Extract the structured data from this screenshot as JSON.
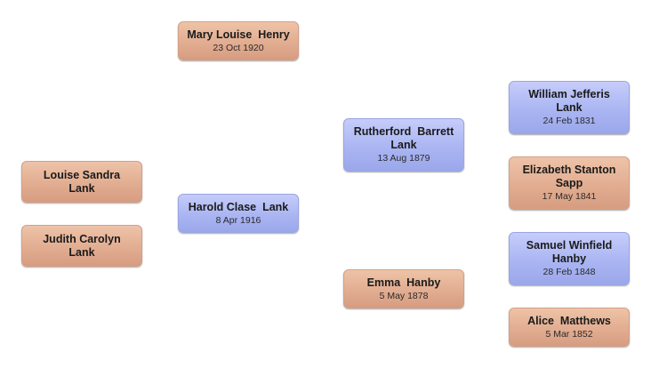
{
  "people": {
    "mary_louise_henry": {
      "name": "Mary Louise  Henry",
      "date": "23 Oct 1920"
    },
    "louise_sandra_lank": {
      "name": "Louise Sandra\nLank"
    },
    "judith_carolyn_lank": {
      "name": "Judith Carolyn\nLank"
    },
    "harold_clase_lank": {
      "name": "Harold Clase  Lank",
      "date": "8 Apr 1916"
    },
    "rutherford_barrett_lank": {
      "name": "Rutherford  Barrett\nLank",
      "date": "13 Aug 1879"
    },
    "emma_hanby": {
      "name": "Emma  Hanby",
      "date": "5 May 1878"
    },
    "william_jefferis_lank": {
      "name": "William Jefferis\nLank",
      "date": "24 Feb 1831"
    },
    "elizabeth_stanton_sapp": {
      "name": "Elizabeth Stanton\nSapp",
      "date": "17 May 1841"
    },
    "samuel_winfield_hanby": {
      "name": "Samuel Winfield\nHanby",
      "date": "28 Feb 1848"
    },
    "alice_matthews": {
      "name": "Alice  Matthews",
      "date": "5 Mar 1852"
    }
  },
  "colors": {
    "female_box": "#e2ad91",
    "male_box": "#aab5f2"
  }
}
